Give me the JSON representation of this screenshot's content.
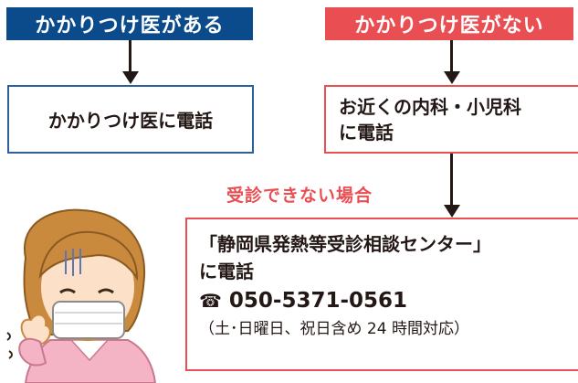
{
  "header_left": "かかりつけ医がある",
  "header_right": "かかりつけ医がない",
  "box_left": "かかりつけ医に電話",
  "box_right": {
    "line1": "お近くの内科・小児科",
    "line2": "に電話"
  },
  "condition": "受診できない場合",
  "center": {
    "line1": "「静岡県発熱等受診相談センター」",
    "line2": "に電話",
    "phone_icon": "☎",
    "phone": "050-5371-0561",
    "hours": "（土･日曜日、祝日含め 24 時間対応）"
  },
  "colors": {
    "blue": "#0b4a8b",
    "red": "#e94e52",
    "text": "#231815"
  },
  "icons": {
    "phone": "phone-icon",
    "illustration": "sick-woman-mask-illustration"
  }
}
